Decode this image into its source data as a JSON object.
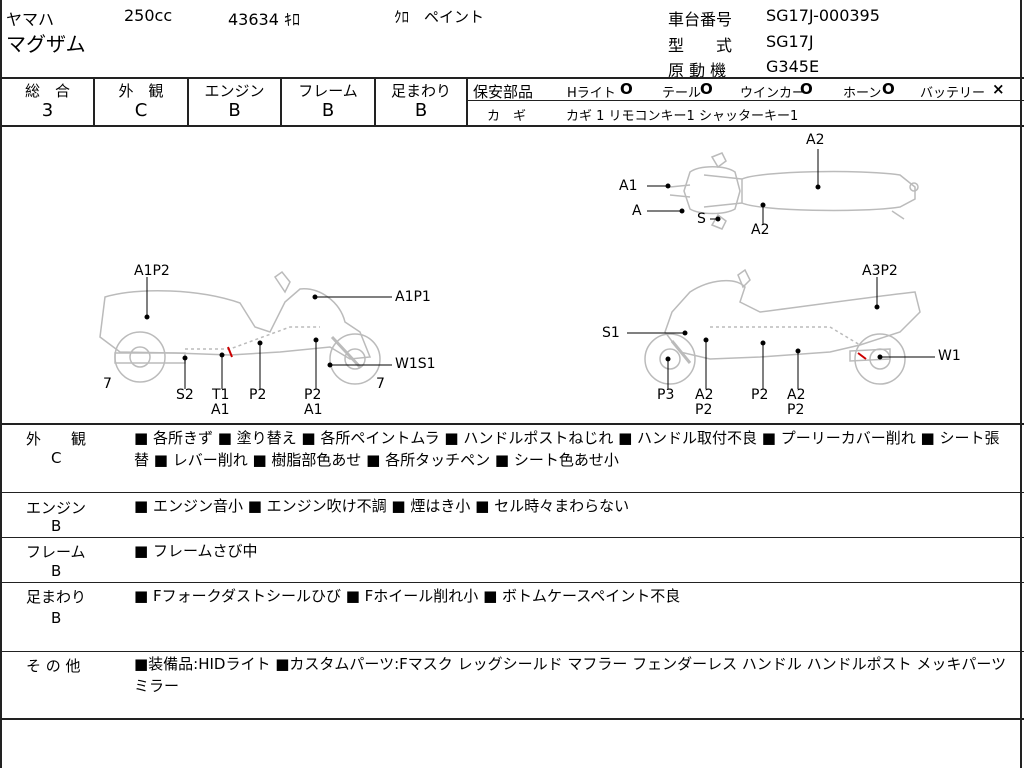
{
  "header": {
    "maker": "ヤマハ",
    "displacement": "250cc",
    "mileage": "43634 ｷﾛ",
    "color": "ｸﾛ　ペイント",
    "model_name": "マグザム",
    "frame_no_label": "車台番号",
    "frame_no": "SG17J-000395",
    "type_label": "型　　式",
    "type_value": "SG17J",
    "engine_label": "原 動 機",
    "engine_value": "G345E"
  },
  "grades": {
    "overall_label": "総　合",
    "overall": "3",
    "exterior_label": "外　観",
    "exterior": "C",
    "engine_label": "エンジン",
    "engine": "B",
    "frame_label": "フレーム",
    "frame": "B",
    "suspension_label": "足まわり",
    "suspension": "B"
  },
  "safety": {
    "label": "保安部品",
    "headlight": "Hライト",
    "headlight_mark": "O",
    "tail": "テール",
    "tail_mark": "O",
    "winker": "ウインカー",
    "winker_mark": "O",
    "horn": "ホーン",
    "horn_mark": "O",
    "battery": "バッテリー",
    "battery_mark": "×",
    "keys_label": "カ　ギ",
    "keys_value": "カギ 1  リモコンキー1  シャッターキー1"
  },
  "diagram": {
    "top": {
      "a2_top": "A2",
      "a1": "A1",
      "a": "A",
      "s": "S",
      "a2_bottom": "A2"
    },
    "left": {
      "a1p2": "A1P2",
      "a1p1": "A1P1",
      "w1s1": "W1S1",
      "seven_left": "7",
      "seven_right": "7",
      "s2": "S2",
      "t1": "T1",
      "t1_sub": "A1",
      "p2a": "P2",
      "p2b": "P2",
      "p2b_sub": "A1"
    },
    "right": {
      "a3p2": "A3P2",
      "s1": "S1",
      "w1": "W1",
      "p3": "P3",
      "a2p2a": "A2",
      "a2p2a_sub": "P2",
      "p2": "P2",
      "a2p2b": "A2",
      "a2p2b_sub": "P2"
    }
  },
  "details": [
    {
      "label": "外　　観",
      "grade": "C",
      "text": "■ 各所きず ■ 塗り替え ■ 各所ペイントムラ ■ ハンドルポストねじれ ■ ハンドル取付不良 ■ プーリーカバー削れ ■ シート張替 ■ レバー削れ ■ 樹脂部色あせ ■ 各所タッチペン ■ シート色あせ小"
    },
    {
      "label": "エンジン",
      "grade": "B",
      "text": "■ エンジン音小 ■ エンジン吹け不調 ■ 煙はき小 ■ セル時々まわらない"
    },
    {
      "label": "フレーム",
      "grade": "B",
      "text": "■ フレームさび中"
    },
    {
      "label": "足まわり",
      "grade": "B",
      "text": "■ Fフォークダストシールひび ■ Fホイール削れ小 ■ ボトムケースペイント不良"
    },
    {
      "label": "そ の 他",
      "grade": "",
      "text": "■装備品:HIDライト ■カスタムパーツ:Fマスク レッグシールド マフラー フェンダーレス ハンドル ハンドルポスト メッキパーツ ミラー"
    }
  ]
}
